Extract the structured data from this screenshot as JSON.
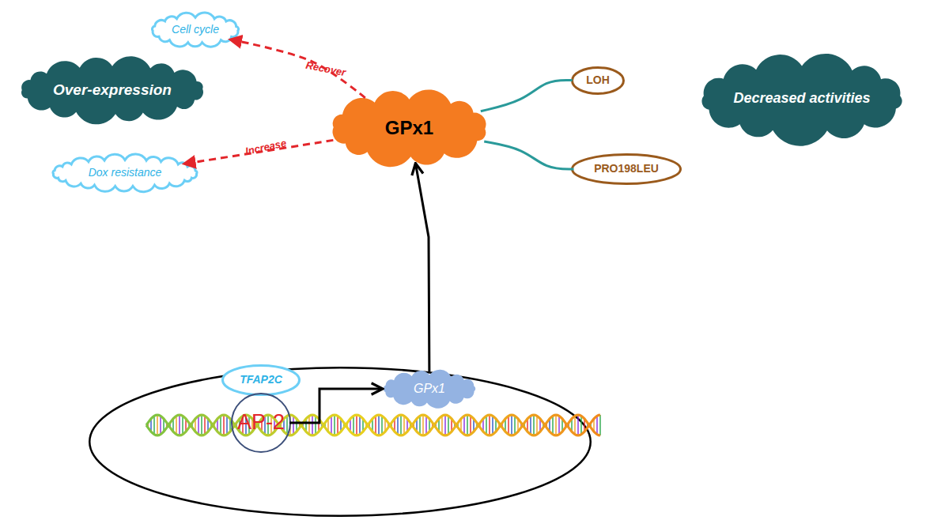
{
  "diagram": {
    "nodes": [
      {
        "text": [
          "Cell cycle"
        ]
      },
      {
        "text": [
          "Over-expression"
        ]
      },
      {
        "text": [
          "GPx1"
        ]
      },
      {
        "text": [
          "LOH"
        ]
      },
      {
        "text": [
          "Decreased activities"
        ]
      },
      {
        "text": [
          "Dox resistance"
        ]
      },
      {
        "text": [
          "PRO198LEU"
        ]
      },
      {
        "text": []
      },
      {
        "text": [
          "TFAP2C"
        ],
        "in": 7
      },
      {
        "text": [
          "AP-2"
        ],
        "in": 7
      },
      {
        "text": [
          "GPx1"
        ],
        "in": 7
      }
    ],
    "edges": [
      {
        "from": 2,
        "to": 0,
        "label": "Recover",
        "arrow": "to"
      },
      {
        "from": 2,
        "to": 5,
        "label": "Increase",
        "arrow": "to"
      },
      {
        "from": 2,
        "to": 3,
        "arrow": "none"
      },
      {
        "from": 2,
        "to": 6,
        "arrow": "none"
      },
      {
        "from": 9,
        "to": 10,
        "arrow": "to"
      },
      {
        "from": 10,
        "to": 2,
        "arrow": "to"
      }
    ]
  }
}
